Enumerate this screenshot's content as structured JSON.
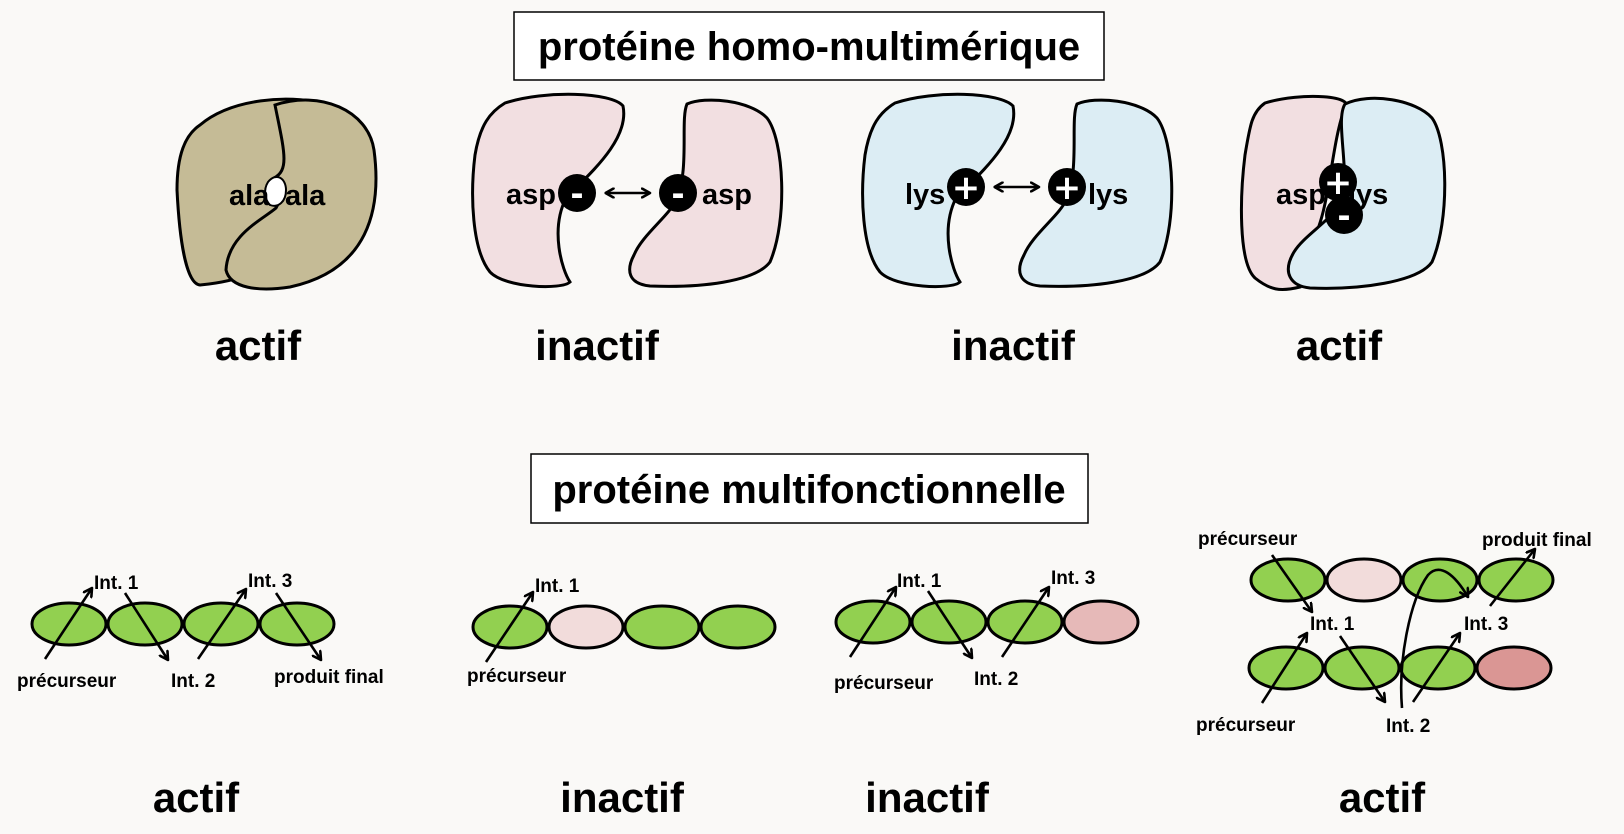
{
  "title_top": "protéine homo-multimérique",
  "title_bottom": "protéine multifonctionnelle",
  "colors": {
    "tan": "#c5bb96",
    "pink": "#f2dfe1",
    "light_blue": "#dcedf4",
    "green": "#92d050",
    "pale_pink": "#f2dcdb",
    "rose": "#e6b9b8",
    "dark_rose": "#da9694",
    "background": "#faf9f7"
  },
  "homo": [
    {
      "left_residue": "ala",
      "right_residue": "ala",
      "status": "actif"
    },
    {
      "left_residue": "asp",
      "right_residue": "asp",
      "left_charge": "-",
      "right_charge": "-",
      "status": "inactif"
    },
    {
      "left_residue": "lys",
      "right_residue": "lys",
      "left_charge": "+",
      "right_charge": "+",
      "status": "inactif"
    },
    {
      "left_residue": "asp",
      "right_residue": "lys",
      "upper_charge": "+",
      "lower_charge": "-",
      "status": "actif"
    }
  ],
  "multi": [
    {
      "labels": {
        "precursor": "précurseur",
        "int1": "Int. 1",
        "int2": "Int. 2",
        "int3": "Int. 3",
        "final": "produit final"
      },
      "status": "actif"
    },
    {
      "labels": {
        "precursor": "précurseur",
        "int1": "Int. 1"
      },
      "status": "inactif"
    },
    {
      "labels": {
        "precursor": "précurseur",
        "int1": "Int. 1",
        "int2": "Int. 2",
        "int3": "Int. 3"
      },
      "status": "inactif"
    },
    {
      "labels": {
        "precursor_top": "précurseur",
        "final": "produit final",
        "int1": "Int. 1",
        "int3": "Int. 3",
        "precursor_bottom": "précurseur",
        "int2": "Int. 2"
      },
      "status": "actif"
    }
  ]
}
